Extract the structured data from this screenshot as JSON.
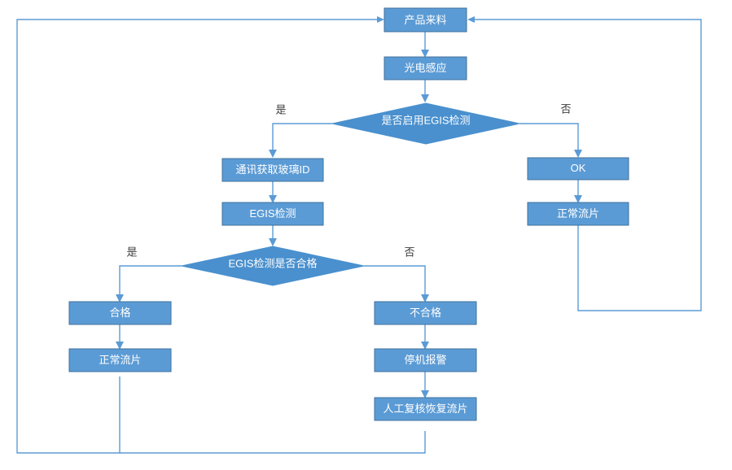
{
  "diagram": {
    "title_text": "",
    "colors": {
      "node_fill": "#5B9BD5",
      "node_stroke": "#41719C",
      "diamond_fill": "#4A90CE",
      "connector": "#5B9BD5",
      "node_text": "#FFFFFF",
      "edge_text": "#3B3B3B",
      "background": "#FFFFFF"
    },
    "nodes": [
      {
        "id": "incoming",
        "type": "process",
        "label": "产品来料"
      },
      {
        "id": "photo-sensor",
        "type": "process",
        "label": "光电感应"
      },
      {
        "id": "enable-egis",
        "type": "decision",
        "label": "是否启用EGIS检测"
      },
      {
        "id": "get-glass-id",
        "type": "process",
        "label": "通讯获取玻璃ID"
      },
      {
        "id": "egis-inspect",
        "type": "process",
        "label": "EGIS检测"
      },
      {
        "id": "egis-pass",
        "type": "decision",
        "label": "EGIS检测是否合格"
      },
      {
        "id": "qualified",
        "type": "process",
        "label": "合格"
      },
      {
        "id": "normal-flow-left",
        "type": "process",
        "label": "正常流片"
      },
      {
        "id": "unqualified",
        "type": "process",
        "label": "不合格"
      },
      {
        "id": "stop-alarm",
        "type": "process",
        "label": "停机报警"
      },
      {
        "id": "manual-recheck",
        "type": "process",
        "label": "人工复核恢复流片"
      },
      {
        "id": "ok",
        "type": "process",
        "label": "OK"
      },
      {
        "id": "normal-flow-right",
        "type": "process",
        "label": "正常流片"
      }
    ],
    "edge_labels": [
      {
        "id": "enable-egis-yes",
        "label": "是"
      },
      {
        "id": "enable-egis-no",
        "label": "否"
      },
      {
        "id": "egis-pass-yes",
        "label": "是"
      },
      {
        "id": "egis-pass-no",
        "label": "否"
      }
    ]
  }
}
